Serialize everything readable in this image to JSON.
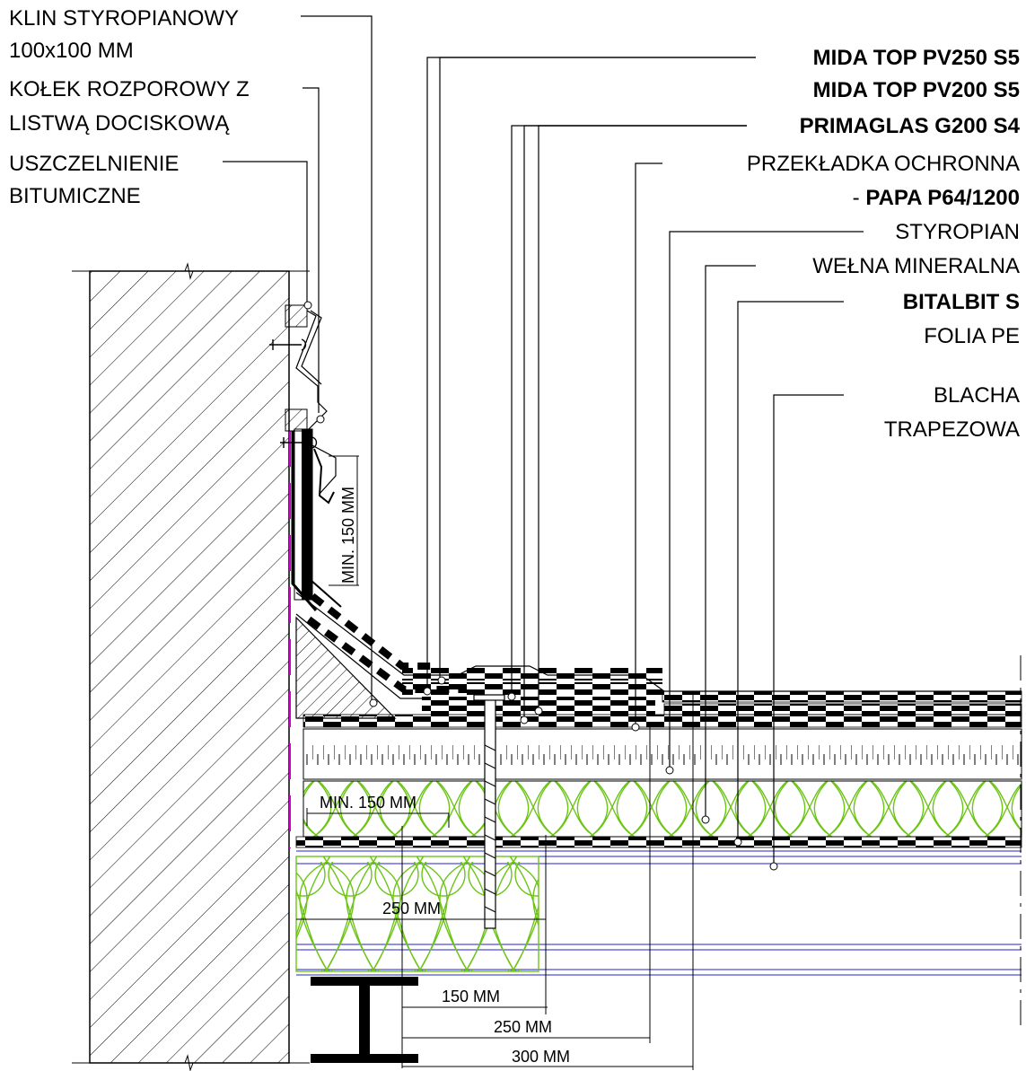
{
  "labels": {
    "klin_line1": "KLIN STYROPIANOWY",
    "klin_line2": "100x100 MM",
    "kolek_line1": "KOŁEK ROZPOROWY Z",
    "kolek_line2": "LISTWĄ DOCISKOWĄ",
    "uszcz_line1": "USZCZELNIENIE",
    "uszcz_line2": "BITUMICZNE",
    "mida_pv250": "MIDA TOP PV250 S5",
    "mida_pv200": "MIDA TOP PV200 S5",
    "primaglas": "PRIMAGLAS G200 S4",
    "przekladka": "PRZEKŁADKA OCHRONNA",
    "papa_dash": "- ",
    "papa": "PAPA P64/1200",
    "styropian": "STYROPIAN",
    "welna": "WEŁNA MINERALNA",
    "bitalbit": "BITALBIT S",
    "folia": "FOLIA PE",
    "blacha_line1": "BLACHA",
    "blacha_line2": "TRAPEZOWA"
  },
  "dimensions": {
    "upturn": "MIN. 150 MM",
    "overlap": "MIN. 150 MM",
    "dim_250_top": "250 MM",
    "dim_150": "150 MM",
    "dim_250_bottom": "250 MM",
    "dim_300": "300 MM"
  },
  "colors": {
    "insulation": "#6cc417",
    "deck_lines": "#2222cc",
    "magenta": "#cc00cc",
    "ink": "#000000"
  }
}
